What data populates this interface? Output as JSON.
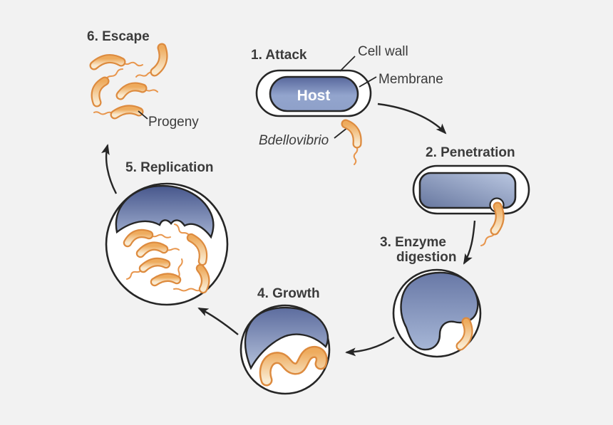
{
  "stages": {
    "attack": {
      "label": "1. Attack"
    },
    "penetration": {
      "label": "2. Penetration"
    },
    "enzyme_digestion": {
      "label_line1": "3. Enzyme",
      "label_line2": "digestion"
    },
    "growth": {
      "label": "4. Growth"
    },
    "replication": {
      "label": "5. Replication"
    },
    "escape": {
      "label": "6. Escape"
    }
  },
  "annotations": {
    "cell_wall": "Cell wall",
    "membrane": "Membrane",
    "host": "Host",
    "bdellovibrio": "Bdellovibrio",
    "progeny": "Progeny"
  },
  "colors": {
    "background": "#f2f2f2",
    "outline": "#262626",
    "text": "#3b3b3b",
    "host_blue_dark": "#57679c",
    "host_blue_light": "#aab9d9",
    "orange_outline": "#dd8b3f",
    "orange_fill": "#f3c183",
    "orange_fill_light": "#f9ead0",
    "flagellum_orange": "#e8964d"
  }
}
